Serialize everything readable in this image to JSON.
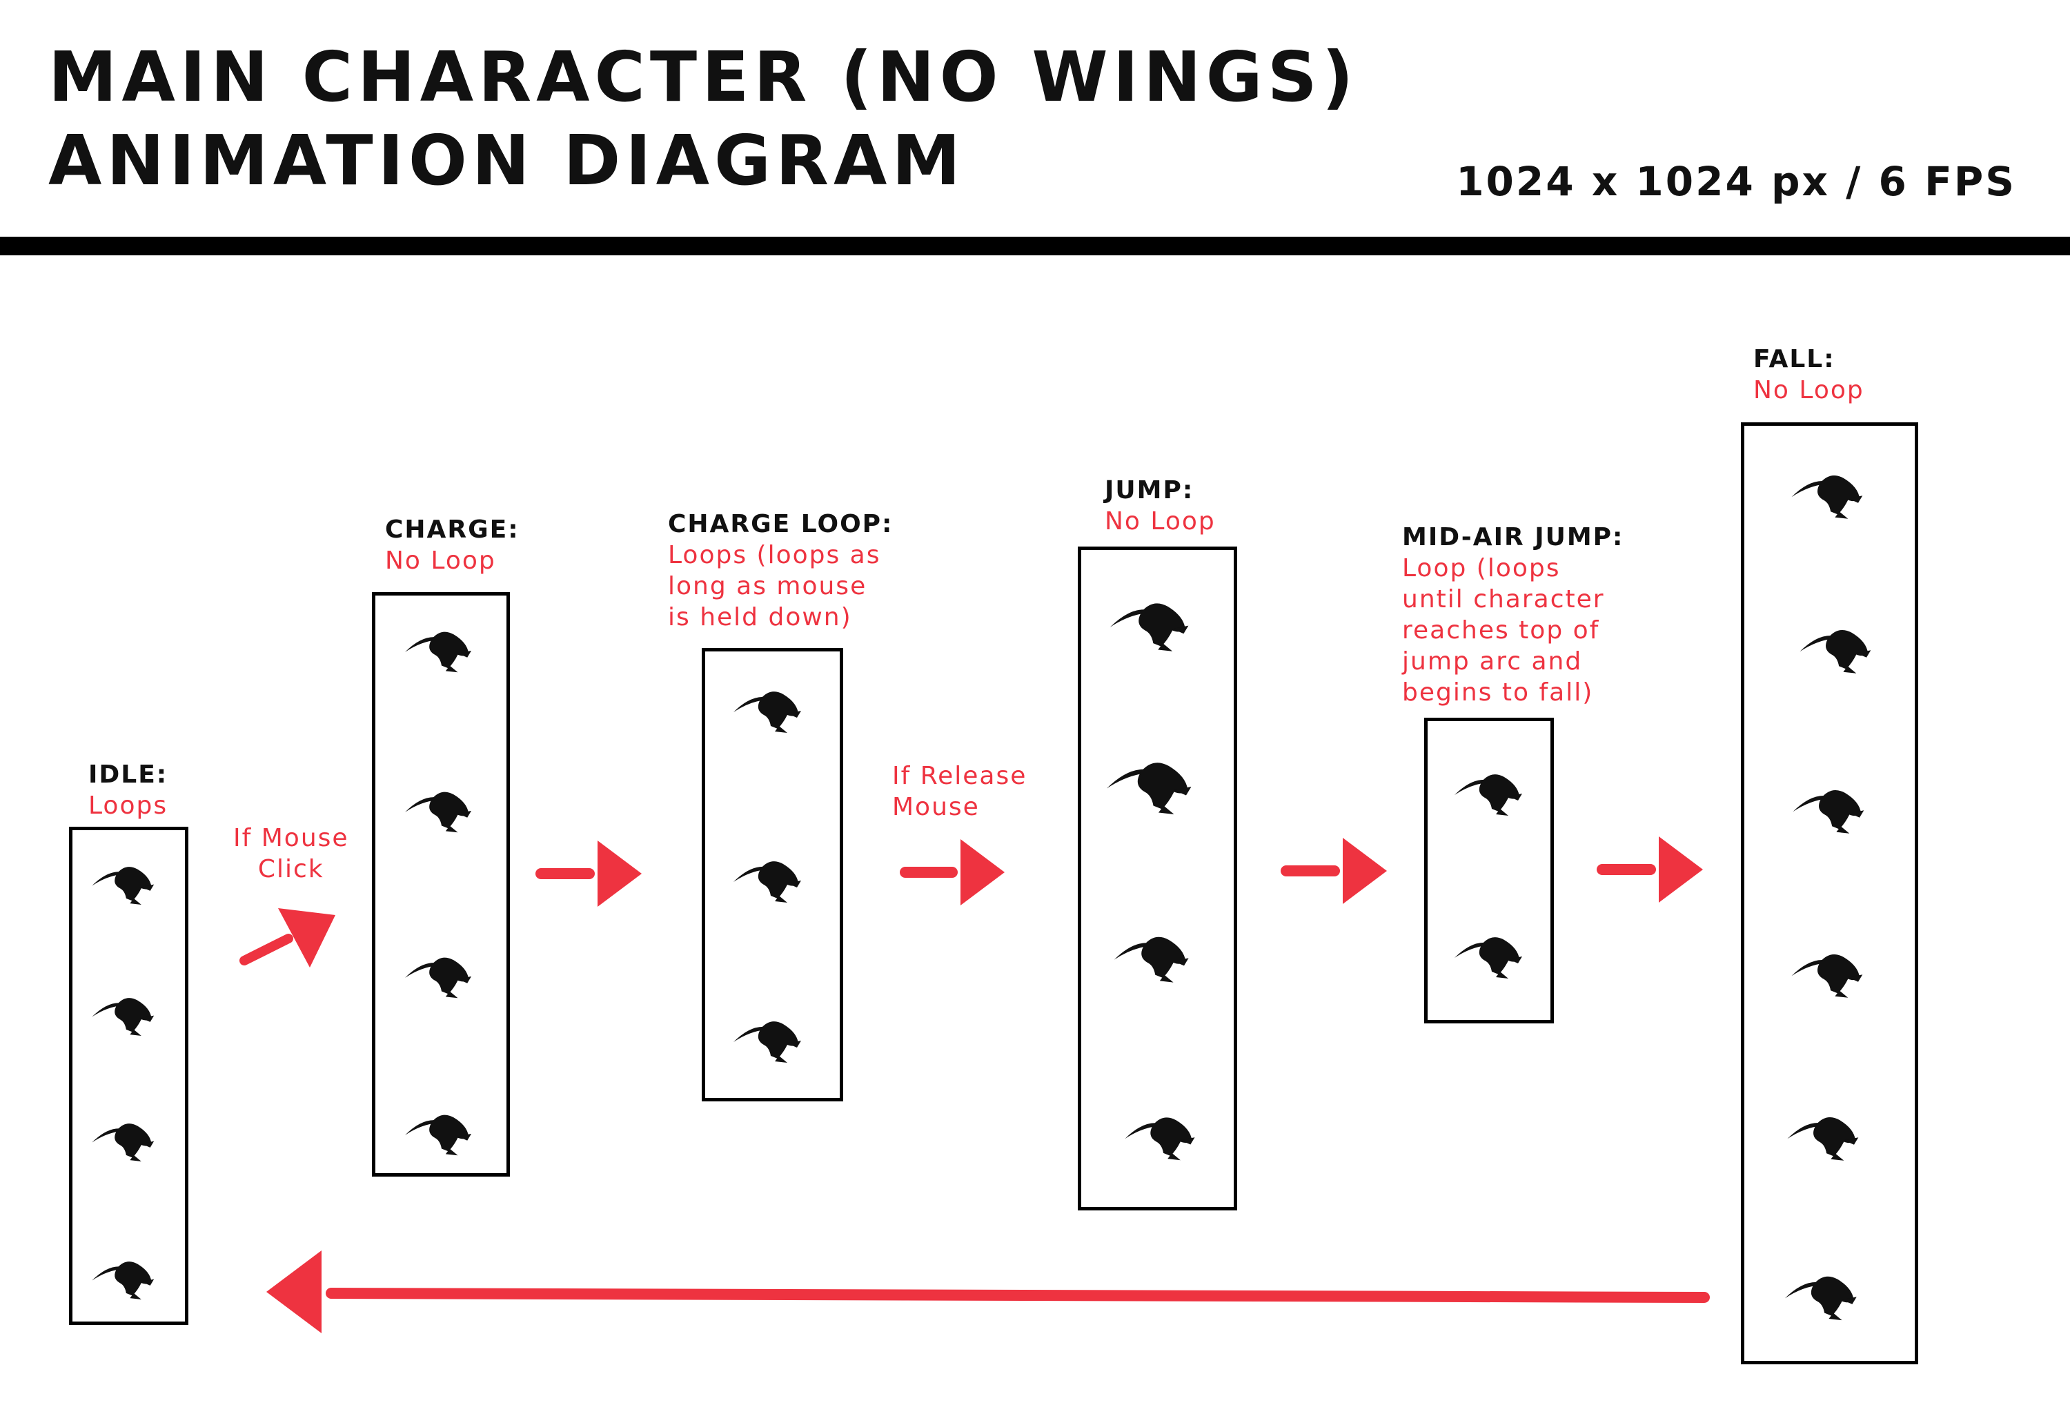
{
  "header": {
    "title_line1": "MAIN CHARACTER (NO WINGS)",
    "title_line2": "ANIMATION DIAGRAM",
    "spec": "1024 x 1024 px / 6 FPS"
  },
  "states": [
    {
      "id": "idle",
      "name": "IDLE:",
      "desc": [
        "Loops"
      ],
      "frames": 4
    },
    {
      "id": "charge",
      "name": "CHARGE:",
      "desc": [
        "No Loop"
      ],
      "frames": 4
    },
    {
      "id": "charge-loop",
      "name": "CHARGE LOOP:",
      "desc": [
        "Loops (loops as",
        "long as mouse",
        "is held down)"
      ],
      "frames": 3
    },
    {
      "id": "jump",
      "name": "JUMP:",
      "desc": [
        "No Loop"
      ],
      "frames": 4
    },
    {
      "id": "mid-air-jump",
      "name": "MID-AIR JUMP:",
      "desc": [
        "Loop (loops",
        "until character",
        "reaches top of",
        "jump arc and",
        "begins to fall)"
      ],
      "frames": 2
    },
    {
      "id": "fall",
      "name": "FALL:",
      "desc": [
        "No Loop"
      ],
      "frames": 6
    }
  ],
  "transitions": [
    {
      "from": "idle",
      "to": "charge",
      "label": [
        "If Mouse",
        "Click"
      ]
    },
    {
      "from": "charge",
      "to": "charge-loop",
      "label": []
    },
    {
      "from": "charge-loop",
      "to": "jump",
      "label": [
        "If Release",
        "Mouse"
      ]
    },
    {
      "from": "jump",
      "to": "mid-air-jump",
      "label": []
    },
    {
      "from": "mid-air-jump",
      "to": "fall",
      "label": []
    },
    {
      "from": "fall",
      "to": "idle",
      "label": []
    }
  ],
  "colors": {
    "accent": "#ee3340",
    "ink": "#111111",
    "frame": "#000000"
  },
  "icons": {
    "frame_sprite": "character-silhouette-icon"
  }
}
